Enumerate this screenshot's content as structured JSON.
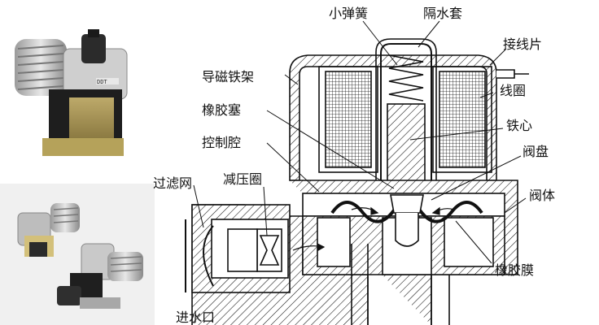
{
  "labels": {
    "small_spring": "小弹簧",
    "isolation_sleeve": "隔水套",
    "terminal": "接线片",
    "magnetic_frame": "导磁铁架",
    "coil": "线圈",
    "rubber_plug": "橡胶塞",
    "iron_core": "铁心",
    "control_chamber": "控制腔",
    "valve_disc": "阀盘",
    "filter_screen": "过滤网",
    "pressure_ring": "减压圈",
    "valve_body": "阀体",
    "rubber_membrane": "橡胶膜",
    "inlet": "进水口"
  },
  "photo_top": {
    "badge_text": "DDT"
  },
  "colors": {
    "line": "#111111",
    "bg": "#ffffff",
    "photo_bg": "#f0f0f0"
  }
}
